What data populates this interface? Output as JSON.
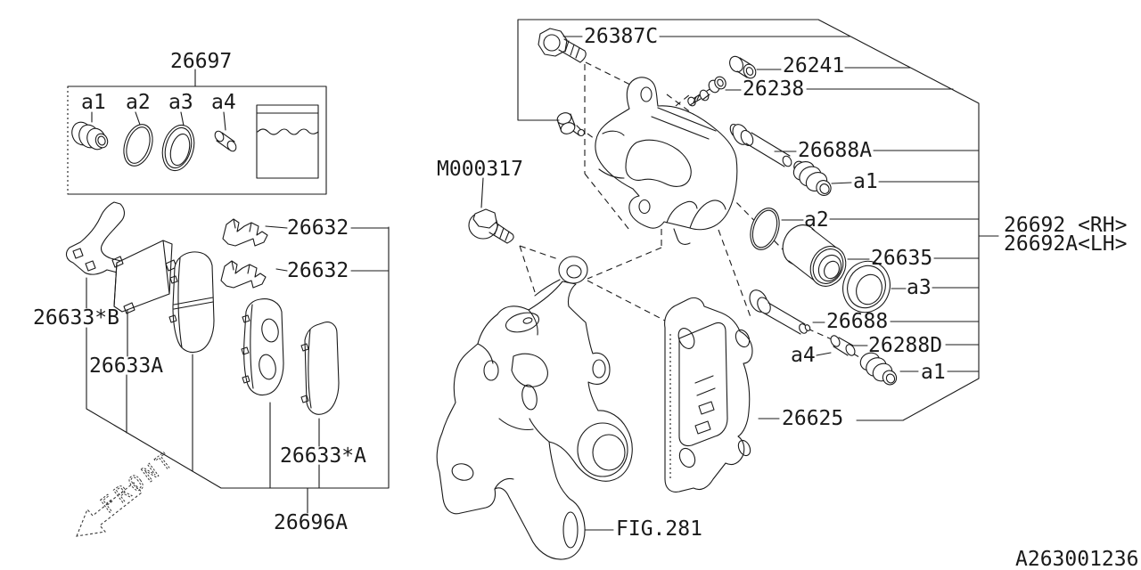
{
  "diagram": {
    "doc_id": "A263001236",
    "fig_ref": "FIG.281",
    "front_marker": "FRONT",
    "line_color": "#1a1a1a",
    "background": "#ffffff"
  },
  "callouts": {
    "kit_title": "26697",
    "kit_a1": "a1",
    "kit_a2": "a2",
    "kit_a3": "a3",
    "kit_a4": "a4",
    "shim_inner": "26633*B",
    "shim_outer": "26633A",
    "clip_upper": "26632",
    "clip_lower": "26632",
    "pad_outer": "26633*A",
    "pad_kit": "26696A",
    "knuckle_bolt": "M000317",
    "caliper_bolt": "26387C",
    "bleeder_cap": "26241",
    "bleeder_screw": "26238",
    "guide_pin_upper": "26688A",
    "boot_a1_upper": "a1",
    "seal_a2": "a2",
    "caliper_rh": "26692 <RH>",
    "caliper_lh": "26692A<LH>",
    "piston": "26635",
    "boot_a3": "a3",
    "guide_pin_lower": "26688",
    "pin_sleeve": "26288D",
    "sleeve_a4": "a4",
    "boot_a1_lower": "a1",
    "support_bracket": "26625"
  }
}
